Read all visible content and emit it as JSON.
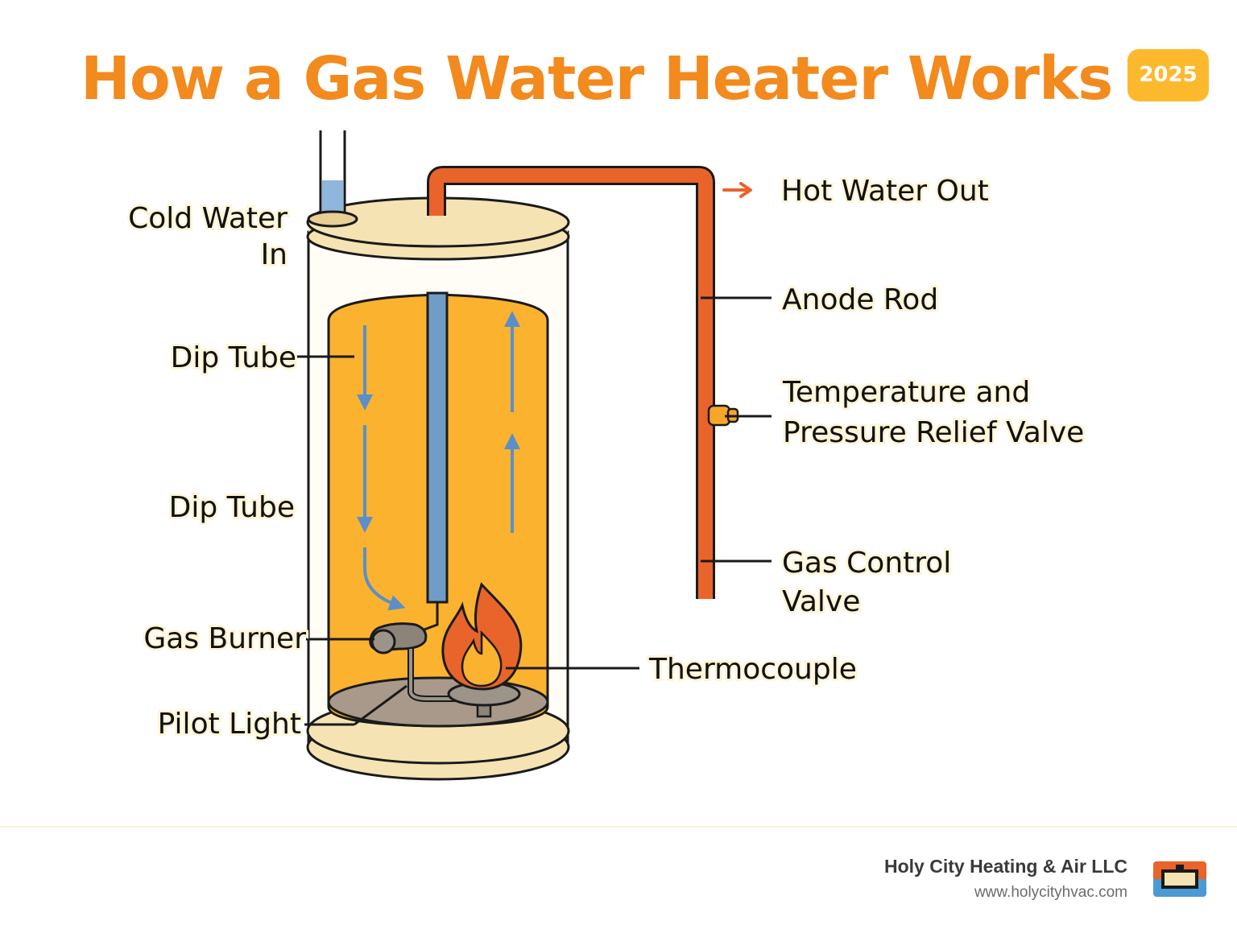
{
  "header": {
    "title": "How a Gas Water Heater Works",
    "year_badge": "2025"
  },
  "labels": {
    "cold_water_in_line1": "Cold Water",
    "cold_water_in_line2": "In",
    "hot_water_out": "Hot Water Out",
    "dip_tube_upper": "Dip Tube",
    "dip_tube_lower": "Dip Tube",
    "anode_rod": "Anode Rod",
    "tp_valve_line1": "Temperature and",
    "tp_valve_line2": "Pressure Relief Valve",
    "gas_control_line1": "Gas Control",
    "gas_control_line2": "Valve",
    "gas_burner": "Gas Burner",
    "thermocouple": "Thermocouple",
    "pilot_light": "Pilot Light"
  },
  "footer": {
    "company": "Holy City Heating & Air LLC",
    "website": "www.holycityhvac.com",
    "logo_icon": "holy-city-logo-icon"
  },
  "colors": {
    "title_orange": "#f28a1e",
    "badge_yellow": "#fdb92e",
    "tank_water": "#fbb22f",
    "tank_cap": "#f6e3b3",
    "hot_pipe": "#e8642a",
    "dip_tube_blue": "#6f9dc6",
    "arrow_blue": "#5b8fc9"
  }
}
